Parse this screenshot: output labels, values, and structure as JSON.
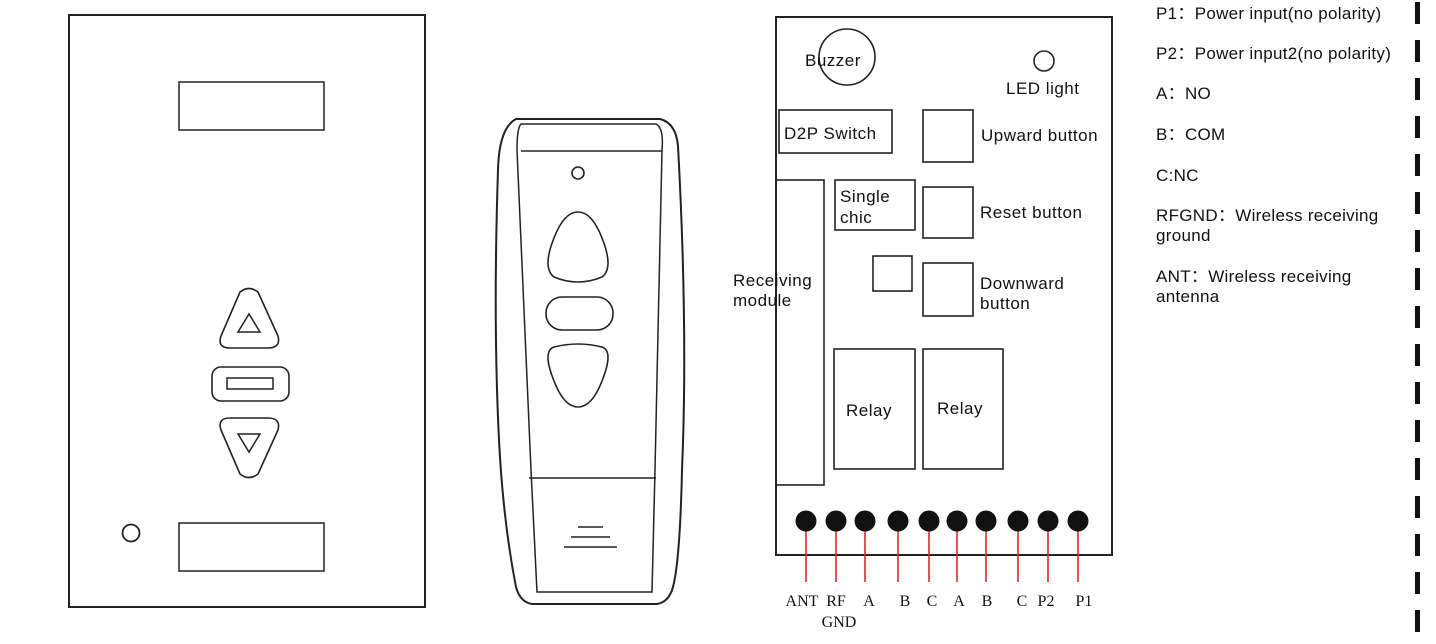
{
  "colors": {
    "stroke": "#222222",
    "wire": "#e0262a",
    "terminal": "#111111",
    "background": "#ffffff"
  },
  "board": {
    "buzzer": "Buzzer",
    "led": "LED light",
    "d2p_switch": "D2P Switch",
    "upward_button": "Upward button",
    "single_chip": [
      "Single",
      "chic"
    ],
    "reset_button": "Reset button",
    "receiving_module": [
      "Receiving",
      "module"
    ],
    "downward_button": [
      "Downward",
      "button"
    ],
    "relay_left": "Relay",
    "relay_right": "Relay"
  },
  "terminals": [
    {
      "label": "ANT",
      "sub": ""
    },
    {
      "label": "RF",
      "sub": "GND"
    },
    {
      "label": "A",
      "sub": ""
    },
    {
      "label": "B",
      "sub": ""
    },
    {
      "label": "C",
      "sub": ""
    },
    {
      "label": "A",
      "sub": ""
    },
    {
      "label": "B",
      "sub": ""
    },
    {
      "label": "C",
      "sub": ""
    },
    {
      "label": "P2",
      "sub": ""
    },
    {
      "label": "P1",
      "sub": ""
    }
  ],
  "legend": [
    "P1：Power input(no polarity)",
    "P2：Power input2(no polarity)",
    "A：NO",
    "B：COM",
    "C:NC",
    "RFGND：Wireless receiving ground",
    "ANT：Wireless receiving antenna"
  ]
}
